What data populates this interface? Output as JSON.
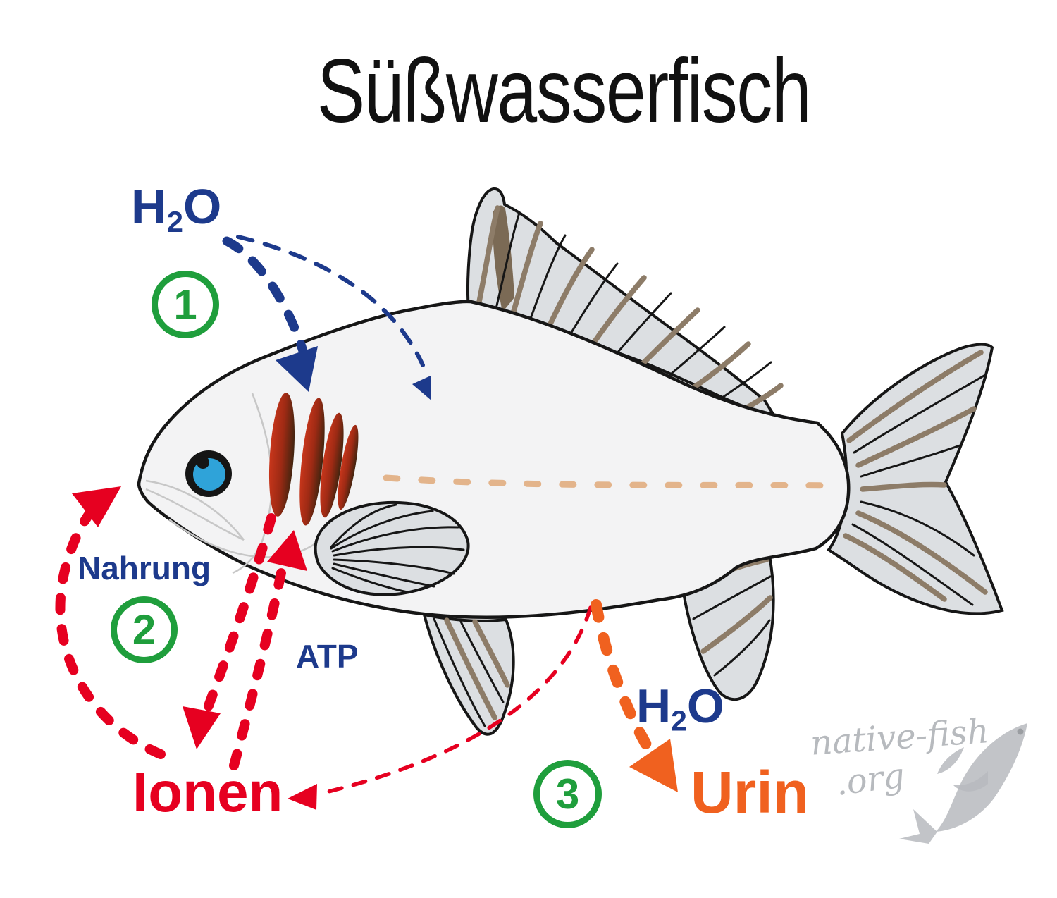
{
  "title": "Süßwasserfisch",
  "labels": {
    "h2o": {
      "h": "H",
      "sub": "2",
      "o": "O"
    },
    "nahrung": "Nahrung",
    "atp": "ATP",
    "ionen": "Ionen",
    "urin": "Urin"
  },
  "steps": [
    "1",
    "2",
    "3"
  ],
  "watermark": {
    "line1": "native-fish",
    "line2": ".org"
  },
  "icons": {
    "fish": "freshwater-fish-illustration",
    "water_in_gills_arrow": "thick-blue-dashed-arrow",
    "water_in_body_arrow": "thin-blue-dashed-arrow",
    "food_to_mouth_arrow": "thick-red-dashed-arc-arrow",
    "ion_loss_arrow": "thick-red-dashed-arrow-down",
    "ion_uptake_atp_arrow": "thick-red-dashed-arrow-up",
    "ions-via-urine_arrow": "thin-red-dashed-arrow",
    "urine_out_arrow": "thick-orange-dashed-arrow",
    "watermark_logo": "gray-fish-logo"
  },
  "colors": {
    "ink": "#111111",
    "blue": "#1d3a8c",
    "green": "#1f9e3c",
    "red": "#e60020",
    "orange": "#f0611f",
    "body_fill": "#f3f3f4",
    "outline": "#161616",
    "fin_fill": "#dcdfe2",
    "taupe": "#8d7c68",
    "taupe_dark": "#7b6a55",
    "gill_red": "#c8361b",
    "gill_mid": "#9e2a14",
    "gill_dark": "#40240f",
    "eye_blue": "#2fa3d9",
    "lateral": "#e3b48b",
    "watermark": "#b7babe"
  }
}
